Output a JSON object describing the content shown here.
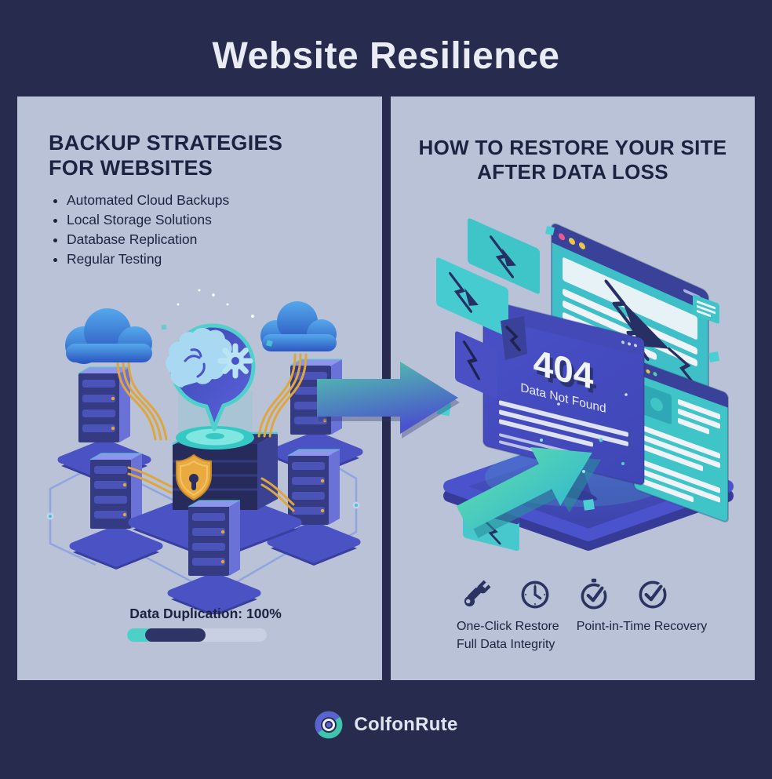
{
  "page": {
    "title": "Website Resilience"
  },
  "left_panel": {
    "heading_line1": "BACKUP STRATEGIES",
    "heading_line2": "FOR WEBSITES",
    "bullets": [
      "Automated Cloud Backups",
      "Local Storage Solutions",
      "Database Replication",
      "Regular Testing"
    ],
    "progress": {
      "label": "Data Duplication: 100%",
      "value_percent": 100,
      "teal_segment_percent": 17,
      "navy_segment_percent": 38
    }
  },
  "right_panel": {
    "heading_line1": "HOW TO RESTORE YOUR SITE",
    "heading_line2": "AFTER DATA LOSS",
    "error_window": {
      "code": "404",
      "message": "Data Not Found"
    },
    "features": {
      "icons": [
        "wrench-icon",
        "clock-icon",
        "stopwatch-icon",
        "check-circle-icon"
      ],
      "captions_row1": [
        "One-Click Restore",
        "Point-in-Time Recovery"
      ],
      "captions_row2": [
        "Full Data Integrity"
      ]
    }
  },
  "footer": {
    "brand": "ColfonRute",
    "logo": "colfonrute-ring-logo"
  },
  "colors": {
    "background_navy": "#272c4e",
    "panel": "#b9c2d6",
    "heading_text": "#1c2340",
    "title_text": "#e9ecf3",
    "teal_accent": "#3fc4c8",
    "mint_accent": "#5ad8b0",
    "indigo_accent": "#4a52c8",
    "gold_accent": "#dfa63e",
    "icon_navy": "#2b3460",
    "crack_navy": "#273064",
    "progress_teal": "#4cd0c8",
    "progress_navy": "#2e3566",
    "progress_track": "#c9d0e2"
  }
}
